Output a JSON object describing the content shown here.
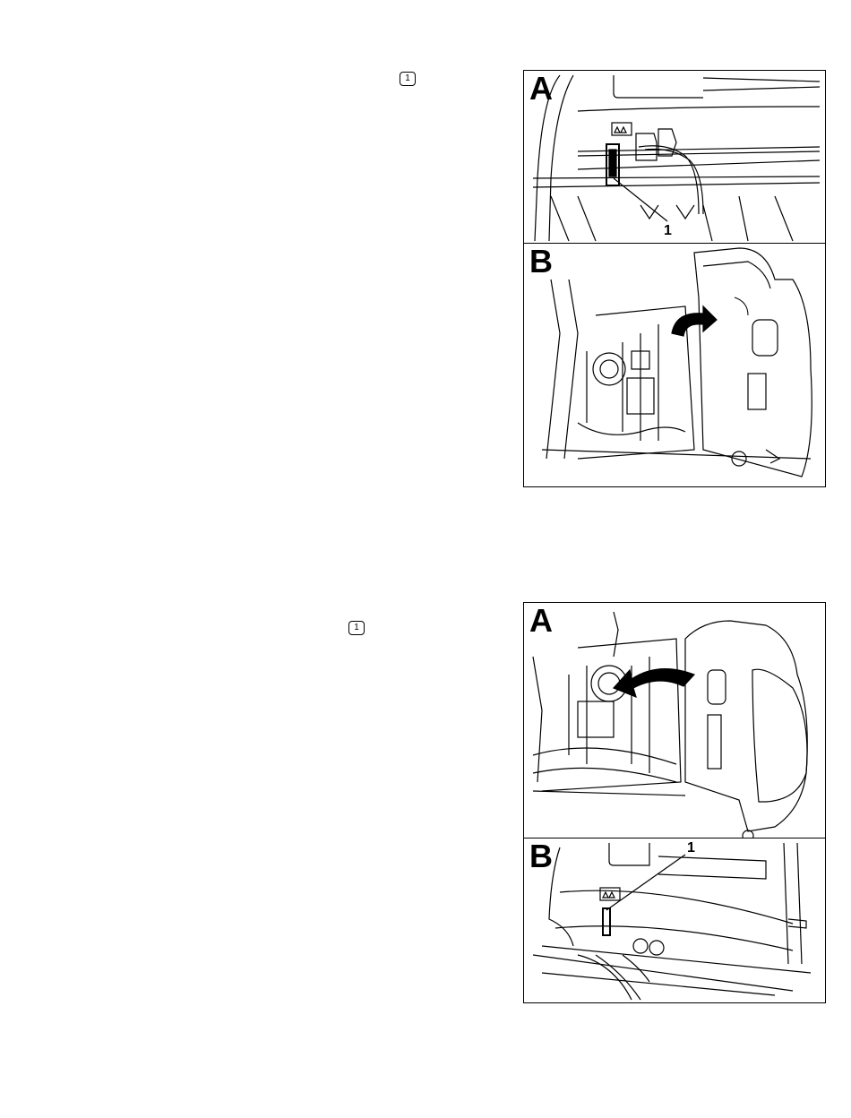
{
  "callouts": {
    "top_ref": "1",
    "bottom_ref": "1"
  },
  "figure_top": {
    "panel_a": {
      "letter": "A",
      "label": "1"
    },
    "panel_b": {
      "letter": "B"
    }
  },
  "figure_bottom": {
    "panel_a": {
      "letter": "A"
    },
    "panel_b": {
      "letter": "B",
      "label": "1"
    }
  }
}
